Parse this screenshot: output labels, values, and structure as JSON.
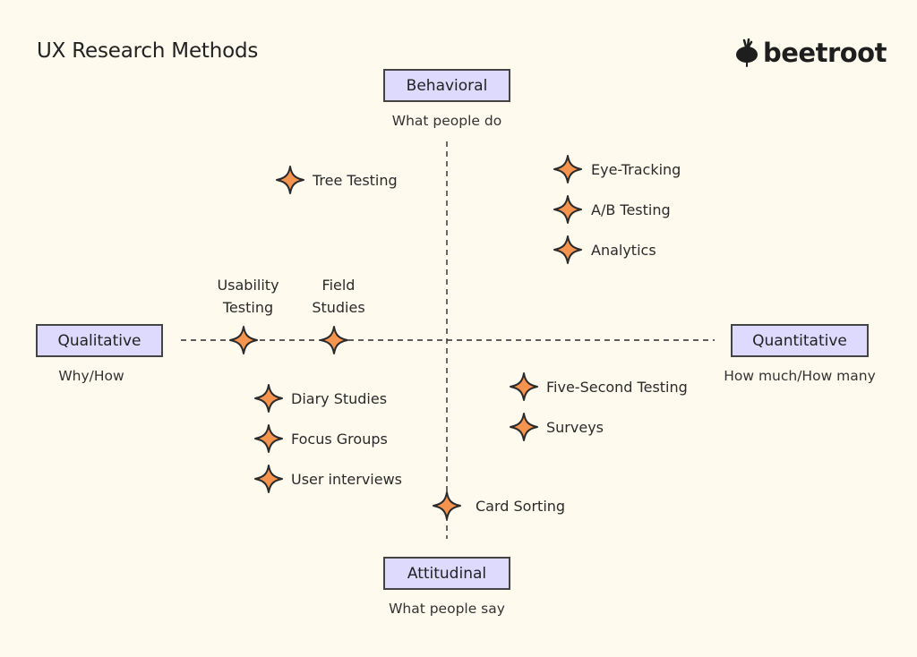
{
  "title": "UX Research Methods",
  "brand": {
    "name": "beetroot",
    "icon": "beet-icon"
  },
  "colors": {
    "background": "#fefbee",
    "axis_box_fill": "#dedafe",
    "axis_box_border": "#444444",
    "star_fill": "#f5944f",
    "star_stroke": "#2a2a2a",
    "text": "#2a2a2a"
  },
  "axes": {
    "top": {
      "label": "Behavioral",
      "sub": "What people do"
    },
    "bottom": {
      "label": "Attitudinal",
      "sub": "What people say"
    },
    "left": {
      "label": "Qualitative",
      "sub": "Why/How"
    },
    "right": {
      "label": "Quantitative",
      "sub": "How much/How many"
    }
  },
  "methods": [
    {
      "name": "Tree Testing",
      "quadrant": "behavioral-qualitative"
    },
    {
      "name": "Eye-Tracking",
      "quadrant": "behavioral-quantitative"
    },
    {
      "name": "A/B Testing",
      "quadrant": "behavioral-quantitative"
    },
    {
      "name": "Analytics",
      "quadrant": "behavioral-quantitative"
    },
    {
      "name_line1": "Usability",
      "name_line2": "Testing",
      "quadrant": "qualitative-axis"
    },
    {
      "name_line1": "Field",
      "name_line2": "Studies",
      "quadrant": "qualitative-axis"
    },
    {
      "name": "Diary Studies",
      "quadrant": "attitudinal-qualitative"
    },
    {
      "name": "Focus Groups",
      "quadrant": "attitudinal-qualitative"
    },
    {
      "name": "User interviews",
      "quadrant": "attitudinal-qualitative"
    },
    {
      "name": "Five-Second Testing",
      "quadrant": "attitudinal-quantitative"
    },
    {
      "name": "Surveys",
      "quadrant": "attitudinal-quantitative"
    },
    {
      "name": "Card Sorting",
      "quadrant": "attitudinal-axis"
    }
  ]
}
